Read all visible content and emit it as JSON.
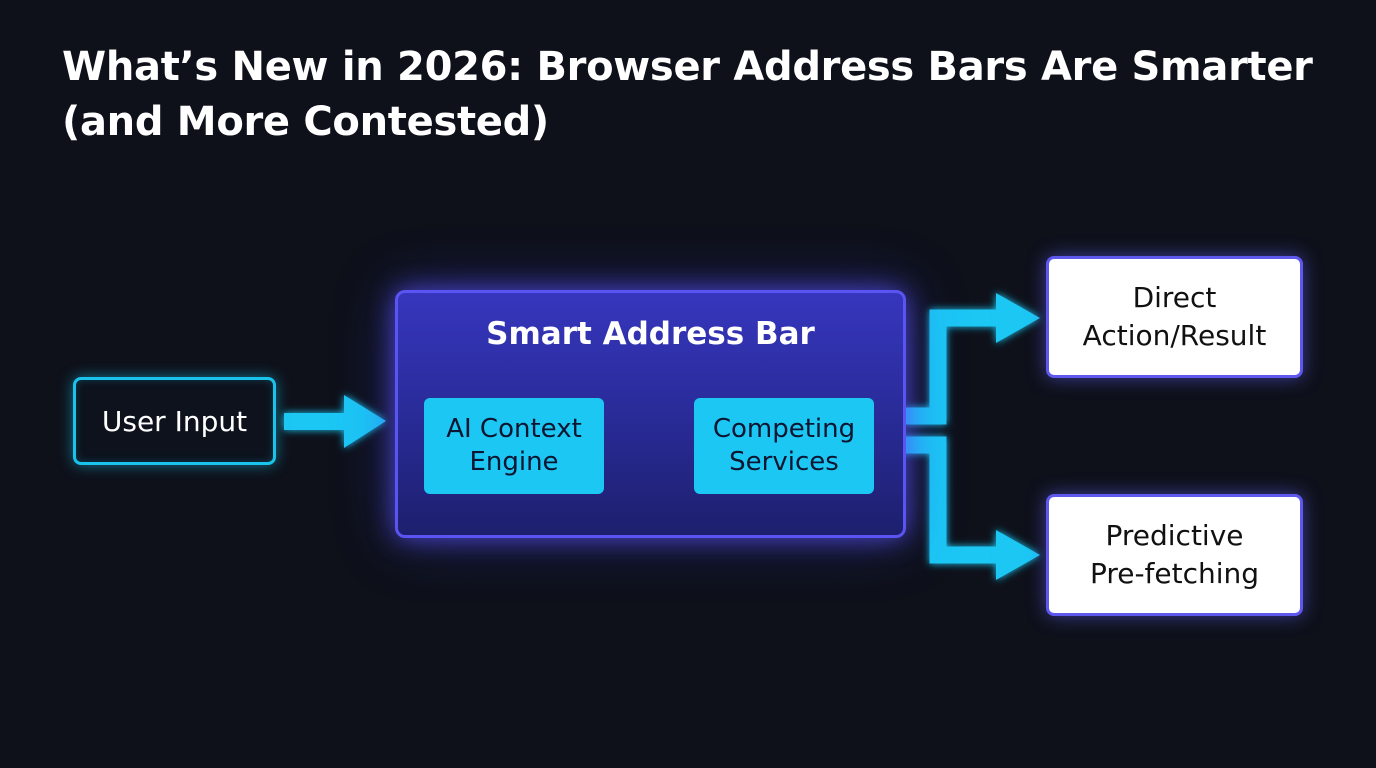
{
  "title": "What’s New in 2026: Browser Address Bars Are Smarter (and More Contested)",
  "nodes": {
    "user_input": "User Input",
    "smart_address_bar": "Smart Address Bar",
    "ai_context_engine": "AI Context\nEngine",
    "competing_services": "Competing\nServices",
    "direct_action": "Direct\nAction/Result",
    "predictive": "Predictive\nPre-fetching"
  },
  "colors": {
    "background": "#0e111a",
    "accent_cyan": "#1cc7f4",
    "accent_indigo": "#5a55f2",
    "container_fill": "#2e30a8",
    "output_fill": "#ffffff"
  }
}
